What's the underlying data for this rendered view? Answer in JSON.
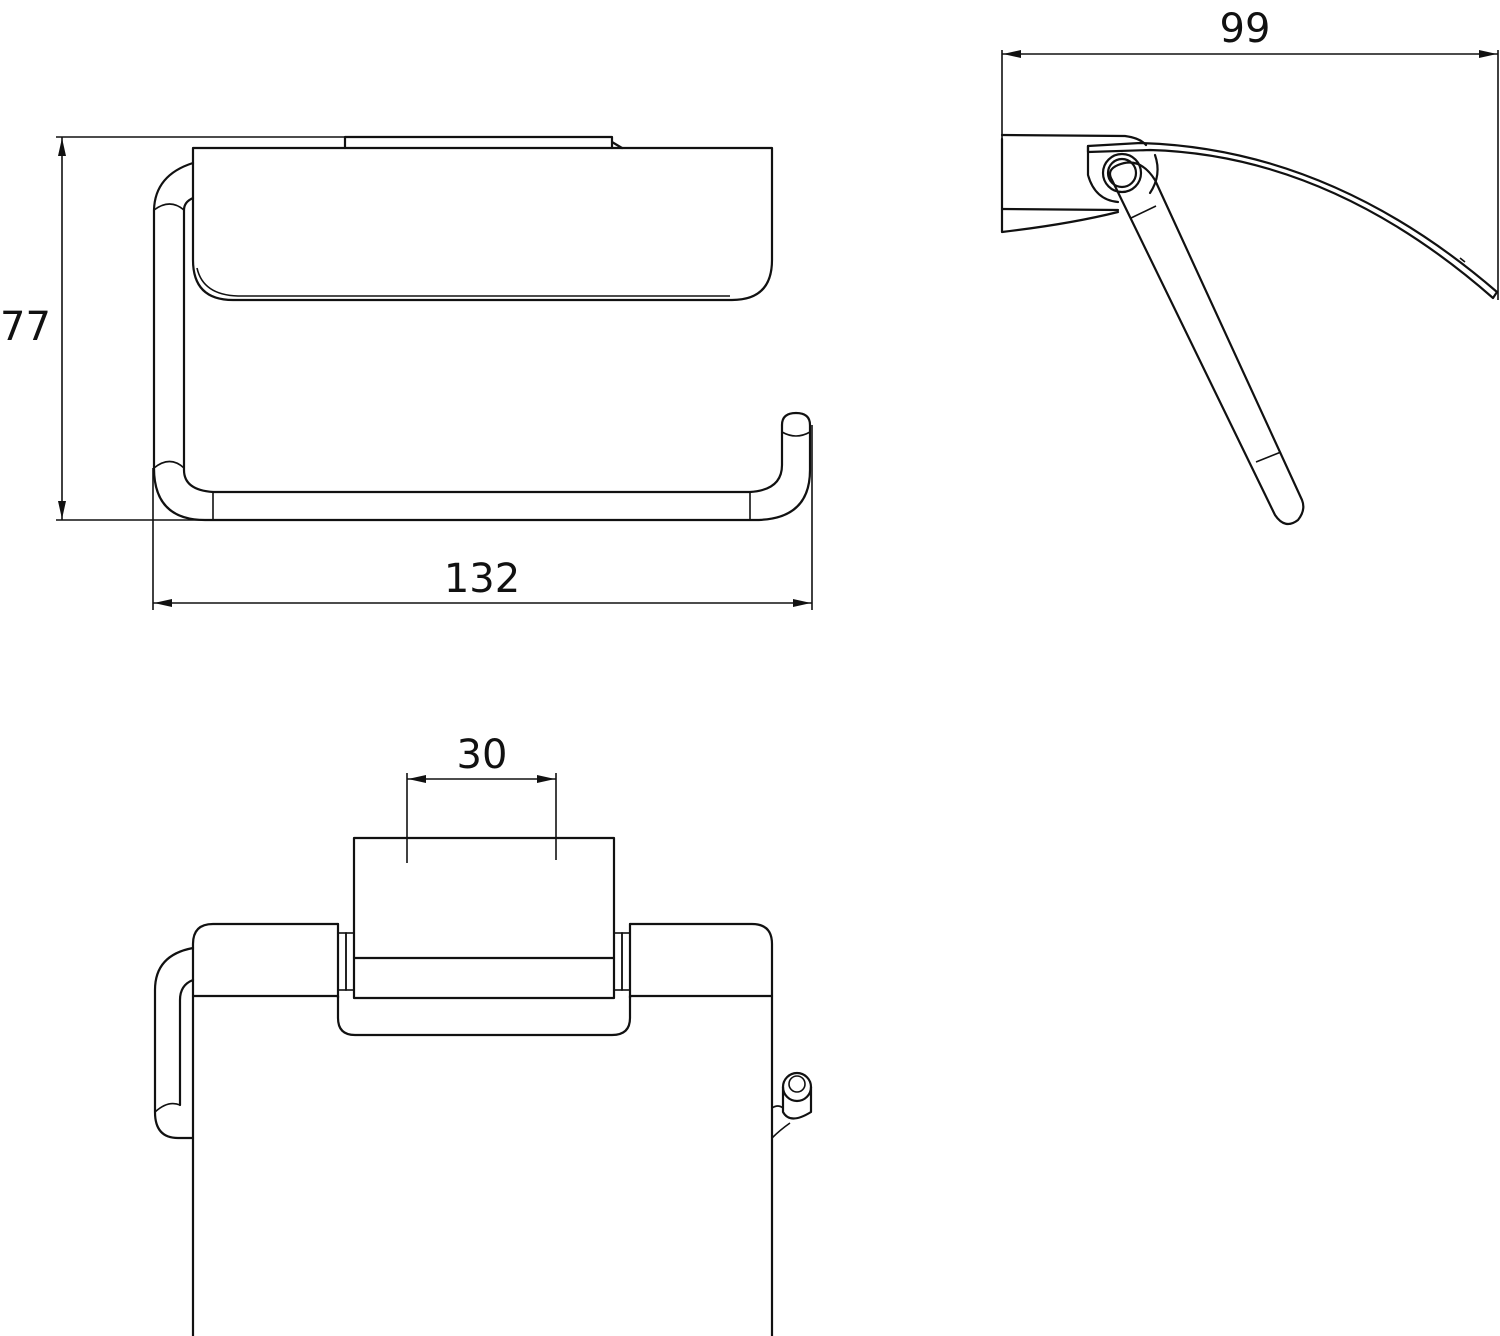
{
  "drawing": {
    "type": "technical-dimension-drawing",
    "subject": "toilet paper holder with cover",
    "line_color": "#111111",
    "background": "#ffffff"
  },
  "views": {
    "front": {
      "dimensions": {
        "height": "77",
        "width": "132"
      }
    },
    "side": {
      "dimensions": {
        "depth": "99"
      }
    },
    "top": {
      "dimensions": {
        "mount_width": "30"
      }
    }
  }
}
